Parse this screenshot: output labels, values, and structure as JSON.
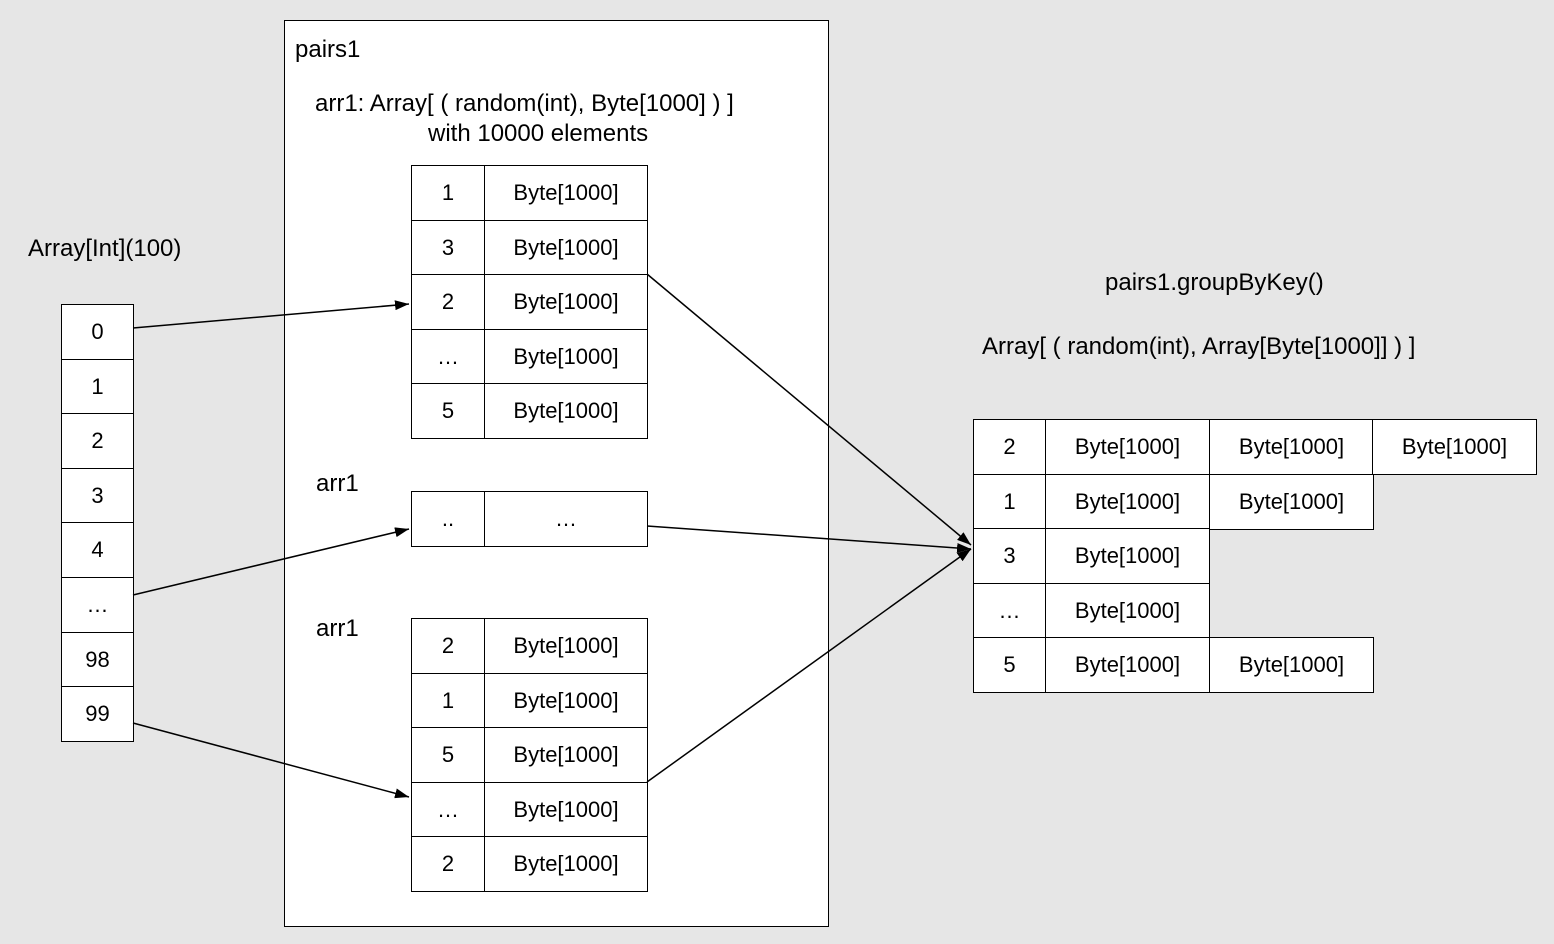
{
  "array_int": {
    "title": "Array[Int](100)",
    "cells": [
      "0",
      "1",
      "2",
      "3",
      "4",
      "…",
      "98",
      "99"
    ]
  },
  "pairs1": {
    "title": "pairs1",
    "arr_caption_line1": "arr1: Array[ ( random(int), Byte[1000] ) ]",
    "arr_caption_line2": "with 10000 elements",
    "partition_a": {
      "rows": [
        {
          "key": "1",
          "value": "Byte[1000]"
        },
        {
          "key": "3",
          "value": "Byte[1000]"
        },
        {
          "key": "2",
          "value": "Byte[1000]"
        },
        {
          "key": "…",
          "value": "Byte[1000]"
        },
        {
          "key": "5",
          "value": "Byte[1000]"
        }
      ]
    },
    "partition_b": {
      "label": "arr1",
      "rows": [
        {
          "key": "..",
          "value": "…"
        }
      ]
    },
    "partition_c": {
      "label": "arr1",
      "rows": [
        {
          "key": "2",
          "value": "Byte[1000]"
        },
        {
          "key": "1",
          "value": "Byte[1000]"
        },
        {
          "key": "5",
          "value": "Byte[1000]"
        },
        {
          "key": "…",
          "value": "Byte[1000]"
        },
        {
          "key": "2",
          "value": "Byte[1000]"
        }
      ]
    }
  },
  "grouped": {
    "title": "pairs1.groupByKey()",
    "subtitle": "Array[ ( random(int), Array[Byte[1000]] ) ]",
    "rows": [
      {
        "key": "2",
        "values": [
          "Byte[1000]",
          "Byte[1000]",
          "Byte[1000]"
        ]
      },
      {
        "key": "1",
        "values": [
          "Byte[1000]",
          "Byte[1000]"
        ]
      },
      {
        "key": "3",
        "values": [
          "Byte[1000]"
        ]
      },
      {
        "key": "…",
        "values": [
          "Byte[1000]"
        ]
      },
      {
        "key": "5",
        "values": [
          "Byte[1000]",
          "Byte[1000]"
        ]
      }
    ]
  }
}
